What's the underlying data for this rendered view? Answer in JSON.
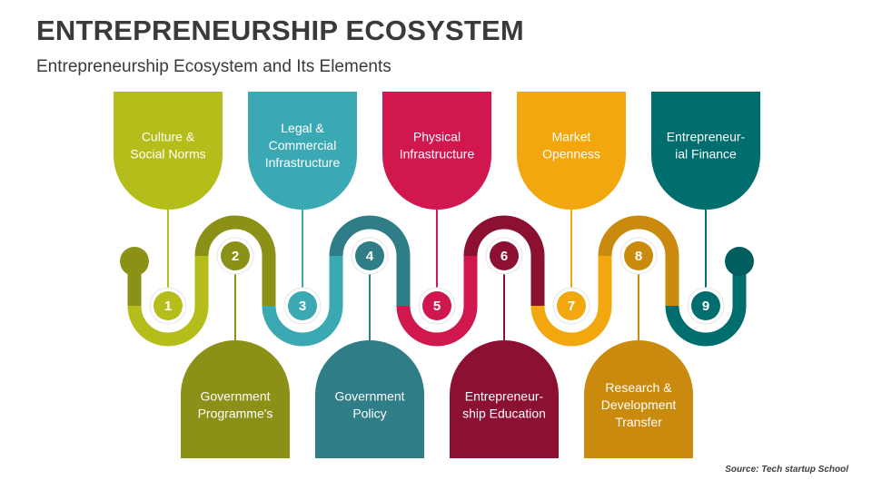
{
  "header": {
    "title": "ENTREPRENEURSHIP ECOSYSTEM",
    "subtitle": "Entrepreneurship Ecosystem and Its Elements"
  },
  "footer": {
    "source": "Source: Tech startup School"
  },
  "colors": {
    "c1": "#b4bd1a",
    "c2": "#8a9116",
    "c3": "#3ba9b4",
    "c4": "#2f7d86",
    "c5": "#d0184f",
    "c6": "#8b1032",
    "c7": "#f2a70f",
    "c8": "#c98a0d",
    "c9": "#006e6e",
    "start_dot": "#8a9116",
    "end_dot": "#005e5e"
  },
  "elements": [
    {
      "number": "1",
      "label_lines": [
        "Culture &",
        "Social Norms"
      ],
      "position": "top",
      "color": "#b4bd1a"
    },
    {
      "number": "2",
      "label_lines": [
        "Government",
        "Programme's"
      ],
      "position": "bottom",
      "color": "#8a9116"
    },
    {
      "number": "3",
      "label_lines": [
        "Legal &",
        "Commercial",
        "Infrastructure"
      ],
      "position": "top",
      "color": "#3ba9b4"
    },
    {
      "number": "4",
      "label_lines": [
        "Government",
        "Policy"
      ],
      "position": "bottom",
      "color": "#2f7d86"
    },
    {
      "number": "5",
      "label_lines": [
        "Physical",
        "Infrastructure"
      ],
      "position": "top",
      "color": "#d0184f"
    },
    {
      "number": "6",
      "label_lines": [
        "Entrepreneur-",
        "ship Education"
      ],
      "position": "bottom",
      "color": "#8b1032"
    },
    {
      "number": "7",
      "label_lines": [
        "Market",
        "Openness"
      ],
      "position": "top",
      "color": "#f2a70f"
    },
    {
      "number": "8",
      "label_lines": [
        "Research &",
        "Development",
        "Transfer"
      ],
      "position": "bottom",
      "color": "#c98a0d"
    },
    {
      "number": "9",
      "label_lines": [
        "Entrepreneur-",
        "ial Finance"
      ],
      "position": "top",
      "color": "#006e6e"
    }
  ]
}
